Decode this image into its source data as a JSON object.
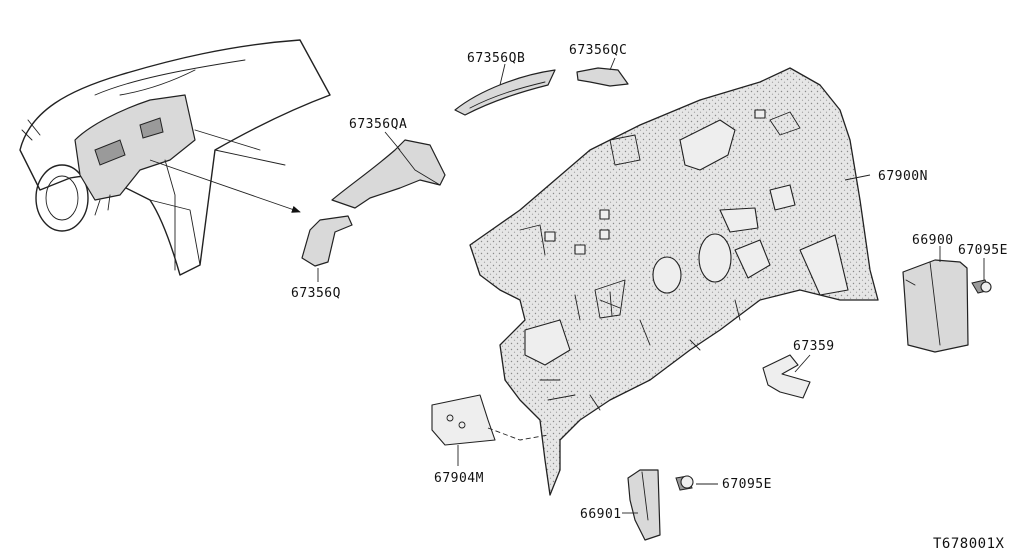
{
  "diagram": {
    "figure_code": "T678001X",
    "parts": [
      {
        "id": "67356QB",
        "label": "67356QB"
      },
      {
        "id": "67356QC",
        "label": "67356QC"
      },
      {
        "id": "67356QA",
        "label": "67356QA"
      },
      {
        "id": "67356Q",
        "label": "67356Q"
      },
      {
        "id": "67900N",
        "label": "67900N"
      },
      {
        "id": "66900",
        "label": "66900"
      },
      {
        "id": "67095E-upper",
        "label": "67095E"
      },
      {
        "id": "67359",
        "label": "67359"
      },
      {
        "id": "67904M",
        "label": "67904M"
      },
      {
        "id": "67095E-lower",
        "label": "67095E"
      },
      {
        "id": "66901",
        "label": "66901"
      }
    ]
  }
}
